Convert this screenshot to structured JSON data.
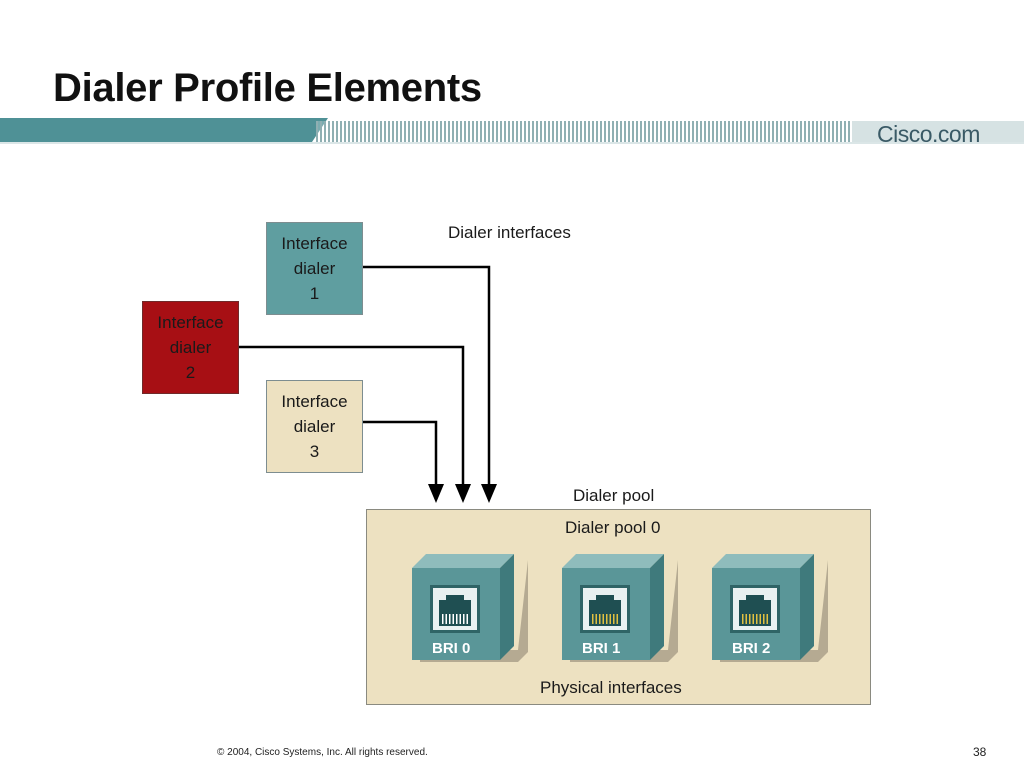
{
  "title": "Dialer Profile Elements",
  "brand": "Cisco.com",
  "diagram": {
    "dialer_interfaces_label": "Dialer interfaces",
    "interfaces": [
      {
        "line1": "Interface",
        "line2": "dialer",
        "line3": "1",
        "color": "#5f9ea0"
      },
      {
        "line1": "Interface",
        "line2": "dialer",
        "line3": "2",
        "color": "#a70f14"
      },
      {
        "line1": "Interface",
        "line2": "dialer",
        "line3": "3",
        "color": "#ede1c1"
      }
    ],
    "dialer_pool_label": "Dialer pool",
    "pool": {
      "name": "Dialer pool 0",
      "physical_label": "Physical interfaces",
      "ports": [
        "BRI 0",
        "BRI 1",
        "BRI 2"
      ],
      "pool_color": "#ede1c1",
      "port_color": "#5f9ea0"
    }
  },
  "footer": {
    "copyright": "© 2004, Cisco Systems, Inc. All rights reserved.",
    "page": "38"
  }
}
